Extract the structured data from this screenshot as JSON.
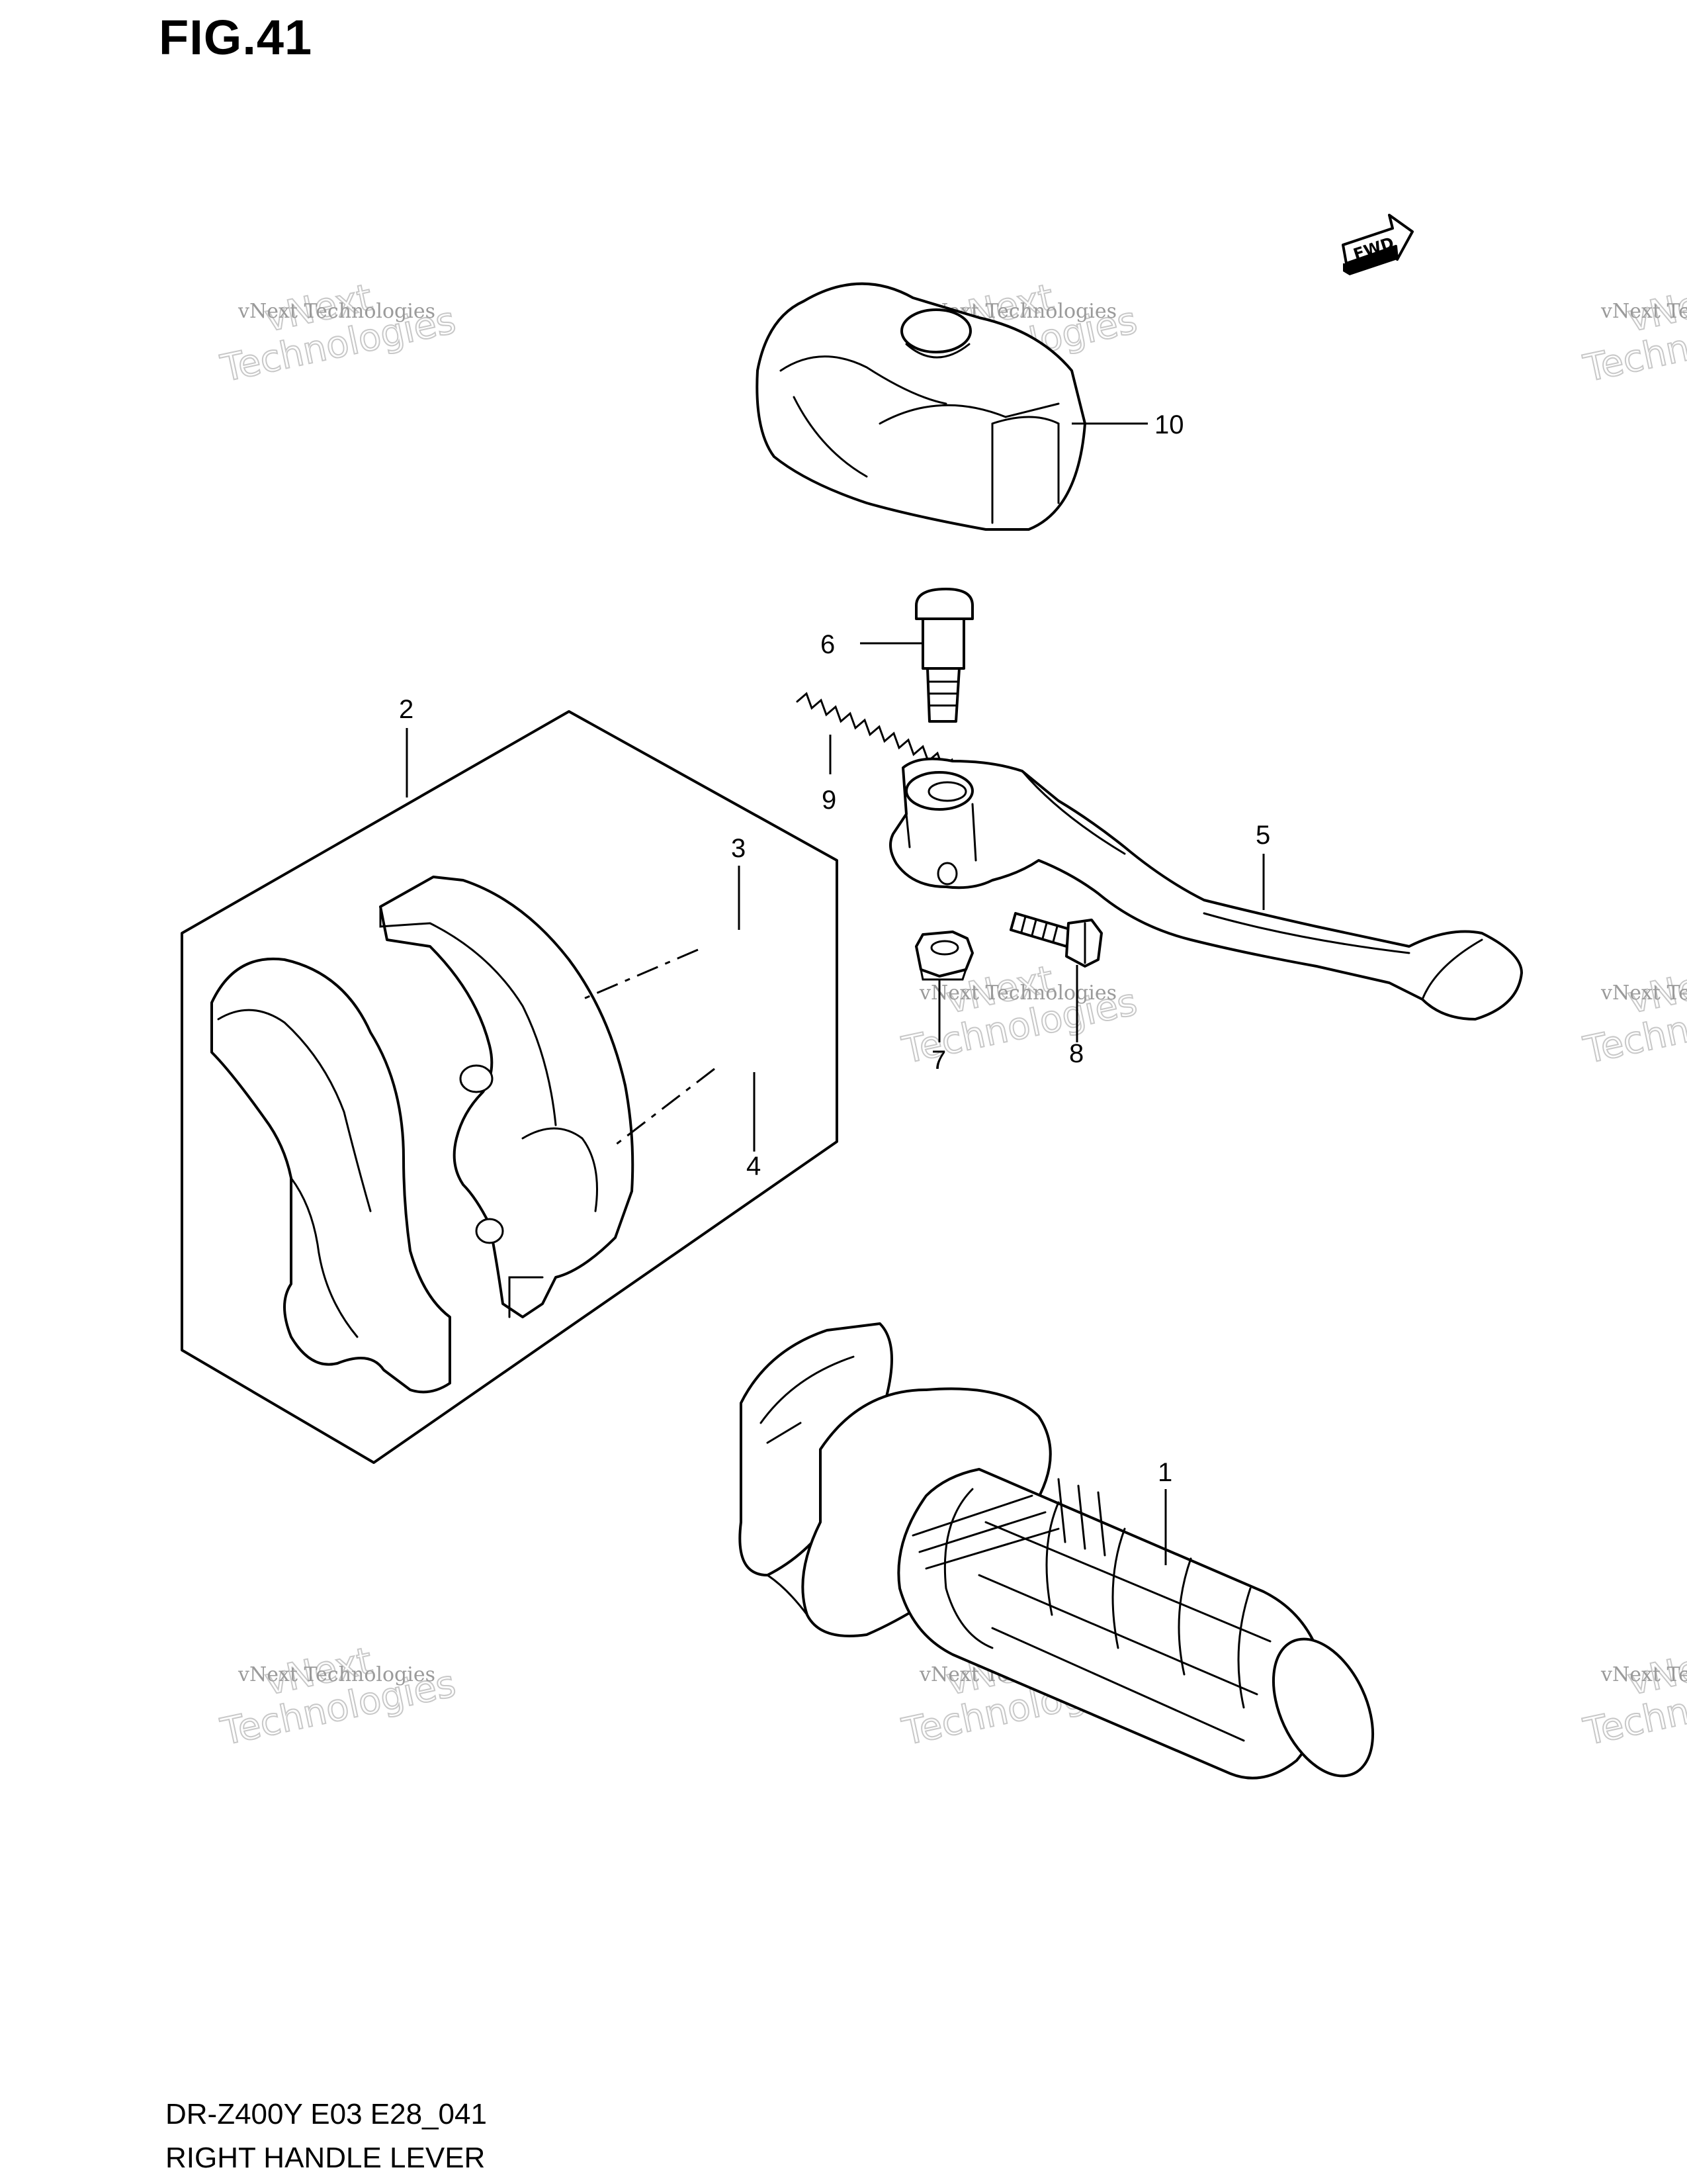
{
  "figure": {
    "title": "FIG.41",
    "model_code": "DR-Z400Y  E03  E28_041",
    "section_name": "RIGHT HANDLE LEVER",
    "fwd_label": "FWD"
  },
  "watermark": {
    "line_small": "vNext Technologies",
    "line_top": "vNext",
    "line_big": "Technologies"
  },
  "callouts": [
    {
      "id": "1",
      "label": "1",
      "part": "handle grip"
    },
    {
      "id": "2",
      "label": "2",
      "part": "lever holder set"
    },
    {
      "id": "3",
      "label": "3",
      "part": "screw"
    },
    {
      "id": "4",
      "label": "4",
      "part": "screw"
    },
    {
      "id": "5",
      "label": "5",
      "part": "lever"
    },
    {
      "id": "6",
      "label": "6",
      "part": "lever bolt"
    },
    {
      "id": "7",
      "label": "7",
      "part": "nut"
    },
    {
      "id": "8",
      "label": "8",
      "part": "adjuster bolt"
    },
    {
      "id": "9",
      "label": "9",
      "part": "spring"
    },
    {
      "id": "10",
      "label": "10",
      "part": "lever cover"
    }
  ]
}
